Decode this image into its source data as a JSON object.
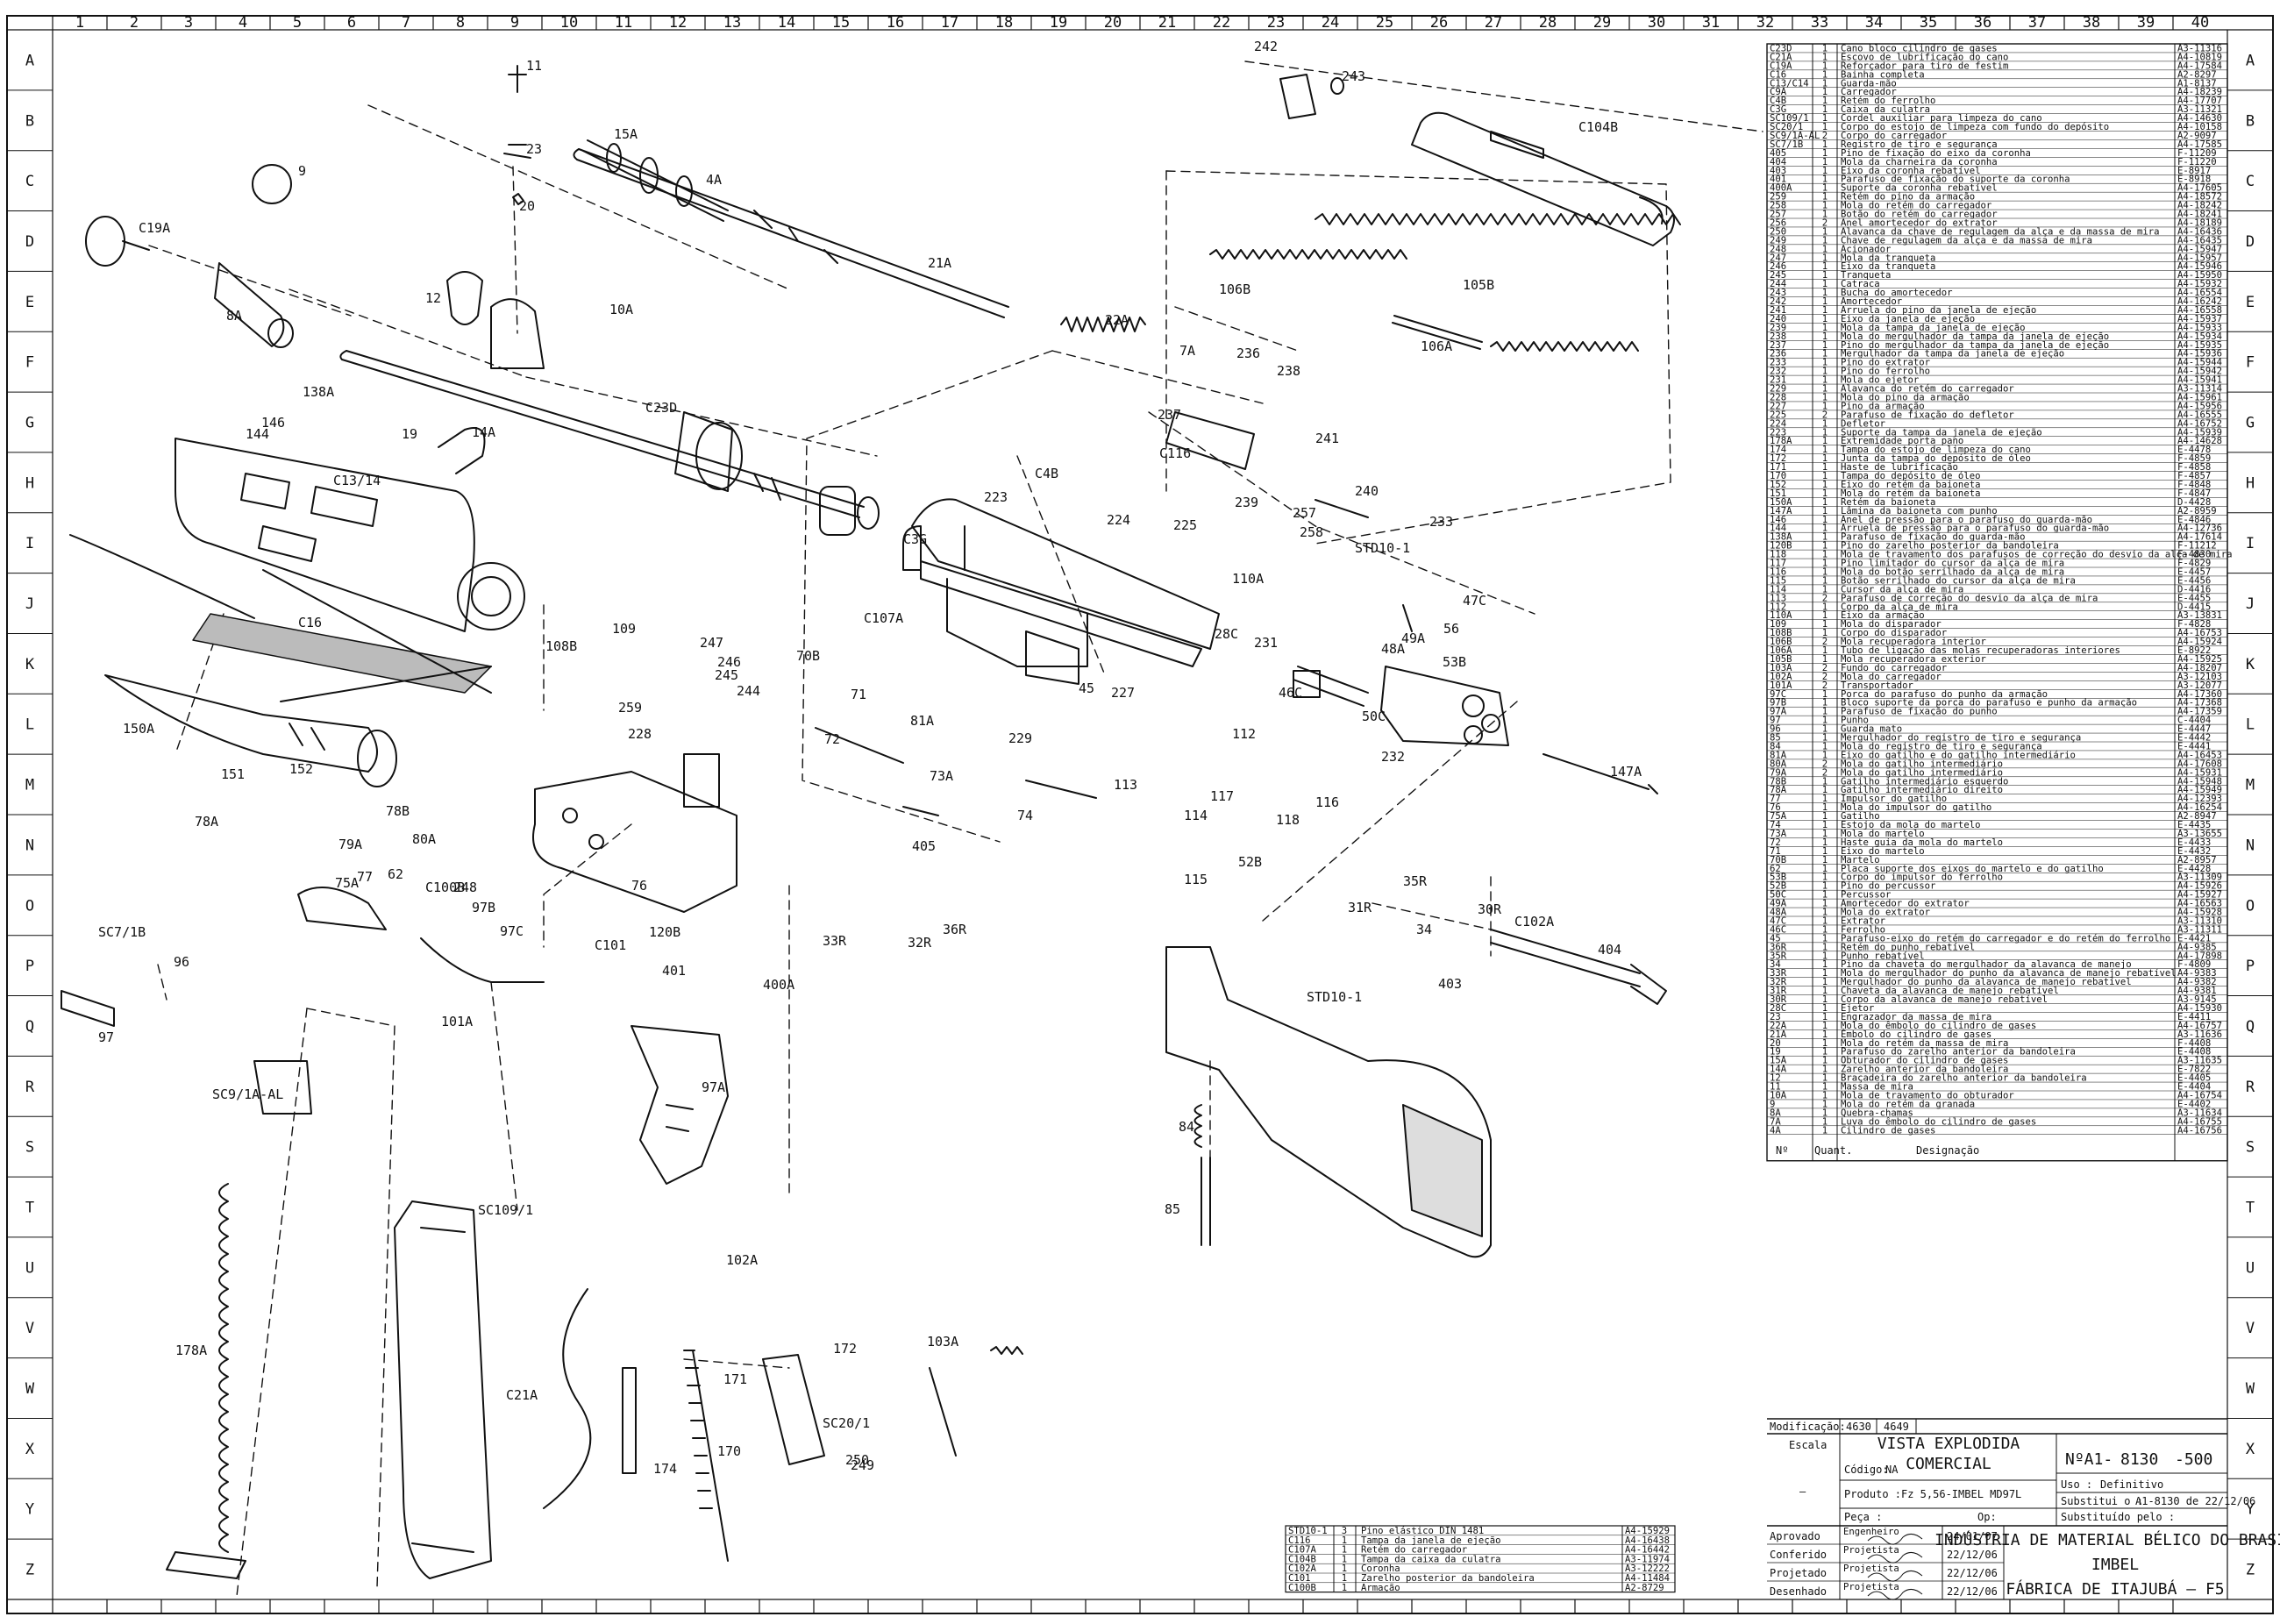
{
  "sheet": {
    "col_numbers": [
      "1",
      "2",
      "3",
      "4",
      "5",
      "6",
      "7",
      "8",
      "9",
      "10",
      "11",
      "12",
      "13",
      "14",
      "15",
      "16",
      "17",
      "18",
      "19",
      "20",
      "21",
      "22",
      "23",
      "24",
      "25",
      "26",
      "27",
      "28",
      "29",
      "30",
      "31",
      "32",
      "33",
      "34",
      "35",
      "36",
      "37",
      "38",
      "39",
      "40"
    ],
    "row_letters": [
      "A",
      "B",
      "C",
      "D",
      "E",
      "F",
      "G",
      "H",
      "I",
      "J",
      "K",
      "L",
      "M",
      "N",
      "O",
      "P",
      "Q",
      "R",
      "S",
      "T",
      "U",
      "V",
      "W",
      "X",
      "Y",
      "Z"
    ]
  },
  "part_labels": [
    "11",
    "23",
    "20",
    "9",
    "15A",
    "4A",
    "C19A",
    "8A",
    "21A",
    "12",
    "10A",
    "22A",
    "7A",
    "236",
    "238",
    "C23D",
    "138A",
    "146",
    "144",
    "19",
    "14A",
    "C13/14",
    "C4B",
    "223",
    "224",
    "225",
    "237",
    "C116",
    "239",
    "241",
    "240",
    "257",
    "258",
    "STD10-1",
    "110A",
    "233",
    "47C",
    "C3G",
    "231",
    "28C",
    "56",
    "49A",
    "48A",
    "46C",
    "53B",
    "106B",
    "105B",
    "106A",
    "242",
    "243",
    "C104B",
    "C16",
    "108B",
    "109",
    "247",
    "246",
    "70B",
    "C107A",
    "71",
    "81A",
    "244",
    "245",
    "259",
    "228",
    "72",
    "229",
    "73A",
    "45",
    "227",
    "74",
    "113",
    "112",
    "117",
    "114",
    "116",
    "118",
    "115",
    "52B",
    "232",
    "50C",
    "147A",
    "150A",
    "151",
    "152",
    "78A",
    "78B",
    "79A",
    "80A",
    "62",
    "248",
    "C100B",
    "75A",
    "77",
    "76",
    "97B",
    "97C",
    "C101",
    "120B",
    "401",
    "400A",
    "405",
    "36R",
    "33R",
    "32R",
    "35R",
    "34",
    "30R",
    "31R",
    "C102A",
    "404",
    "403",
    "STD10-1",
    "84",
    "85",
    "SC7/1B",
    "96",
    "97",
    "101A",
    "97A",
    "SC9/1A-AL",
    "102A",
    "SC109/1",
    "178A",
    "C21A",
    "174",
    "170",
    "171",
    "172",
    "SC20/1",
    "249",
    "250",
    "103A"
  ],
  "parts_table": {
    "rows": [
      [
        "C23D",
        "1",
        "Cano bloco cilindro de gases",
        "A3-11316"
      ],
      [
        "C21A",
        "1",
        "Escovo de lubrificação do cano",
        "A4-10819"
      ],
      [
        "C19A",
        "1",
        "Reforçador para tiro de festim",
        "A4-17584"
      ],
      [
        "C16",
        "1",
        "Bainha completa",
        "A2-8297"
      ],
      [
        "C13/C14",
        "1",
        "Guarda-mão",
        "A1-8137"
      ],
      [
        "C9A",
        "1",
        "Carregador",
        "A4-18239"
      ],
      [
        "C4B",
        "1",
        "Retém do ferrolho",
        "A4-17707"
      ],
      [
        "C3G",
        "1",
        "Caixa da culatra",
        "A3-11321"
      ],
      [
        "SC109/1",
        "1",
        "Cordel auxiliar para limpeza do cano",
        "A4-14630"
      ],
      [
        "SC20/1",
        "1",
        "Corpo do estojo de limpeza com fundo do depósito",
        "A4-10158"
      ],
      [
        "SC9/1A-AL",
        "2",
        "Corpo do carregador",
        "A2-9097"
      ],
      [
        "SC7/1B",
        "1",
        "Registro de tiro e segurança",
        "A4-17585"
      ],
      [
        "405",
        "1",
        "Pino de fixação do eixo da coronha",
        "F-11209"
      ],
      [
        "404",
        "1",
        "Mola da charneira da coronha",
        "F-11220"
      ],
      [
        "403",
        "1",
        "Eixo da coronha rebatível",
        "E-8917"
      ],
      [
        "401",
        "1",
        "Parafuso de fixação do suporte da coronha",
        "E-8918"
      ],
      [
        "400A",
        "1",
        "Suporte da coronha rebatível",
        "A4-17605"
      ],
      [
        "259",
        "1",
        "Retém do pino da armação",
        "A4-18572"
      ],
      [
        "258",
        "1",
        "Mola do retém do carregador",
        "A4-18242"
      ],
      [
        "257",
        "1",
        "Botão do retém do carregador",
        "A4-18241"
      ],
      [
        "256",
        "2",
        "Anel amortecedor do extrator",
        "A4-18189"
      ],
      [
        "250",
        "1",
        "Alavanca da chave de regulagem da alça e da massa de mira",
        "A4-16436"
      ],
      [
        "249",
        "1",
        "Chave de regulagem da alça e da massa de mira",
        "A4-16435"
      ],
      [
        "248",
        "1",
        "Acionador",
        "A4-15947"
      ],
      [
        "247",
        "1",
        "Mola da tranqueta",
        "A4-15957"
      ],
      [
        "246",
        "1",
        "Eixo da tranqueta",
        "A4-15946"
      ],
      [
        "245",
        "1",
        "Tranqueta",
        "A4-15950"
      ],
      [
        "244",
        "1",
        "Catraca",
        "A4-15932"
      ],
      [
        "243",
        "1",
        "Bucha do amortecedor",
        "A4-16554"
      ],
      [
        "242",
        "1",
        "Amortecedor",
        "A4-16242"
      ],
      [
        "241",
        "1",
        "Arruela do pino da janela de ejeção",
        "A4-16558"
      ],
      [
        "240",
        "1",
        "Eixo da janela de ejeção",
        "A4-15937"
      ],
      [
        "239",
        "1",
        "Mola da tampa da janela de ejeção",
        "A4-15933"
      ],
      [
        "238",
        "1",
        "Mola do mergulhador da tampa da janela de ejeção",
        "A4-15934"
      ],
      [
        "237",
        "1",
        "Pino do mergulhador da tampa da janela de ejeção",
        "A4-15935"
      ],
      [
        "236",
        "1",
        "Mergulhador da tampa da janela de ejeção",
        "A4-15936"
      ],
      [
        "233",
        "1",
        "Pino do extrator",
        "A4-15944"
      ],
      [
        "232",
        "1",
        "Pino do ferrolho",
        "A4-15942"
      ],
      [
        "231",
        "1",
        "Mola do ejetor",
        "A4-15941"
      ],
      [
        "229",
        "1",
        "Alavanca do retém do carregador",
        "A3-11314"
      ],
      [
        "228",
        "1",
        "Mola do pino da armação",
        "A4-15961"
      ],
      [
        "227",
        "1",
        "Pino da armação",
        "A4-15956"
      ],
      [
        "225",
        "2",
        "Parafuso de fixação do defletor",
        "A4-16555"
      ],
      [
        "224",
        "1",
        "Defletor",
        "A4-16752"
      ],
      [
        "223",
        "1",
        "Suporte da tampa da janela de ejeção",
        "A4-15939"
      ],
      [
        "178A",
        "1",
        "Extremidade porta pano",
        "A4-14628"
      ],
      [
        "174",
        "1",
        "Tampa do estojo de limpeza do cano",
        "E-4478"
      ],
      [
        "172",
        "1",
        "Junta da tampa do depósito de óleo",
        "F-4859"
      ],
      [
        "171",
        "1",
        "Haste de lubrificação",
        "F-4858"
      ],
      [
        "170",
        "1",
        "Tampa do depósito de óleo",
        "F-4857"
      ],
      [
        "152",
        "1",
        "Eixo do retém da baioneta",
        "F-4848"
      ],
      [
        "151",
        "1",
        "Mola do retém da baioneta",
        "F-4847"
      ],
      [
        "150A",
        "1",
        "Retém da baioneta",
        "D-4428"
      ],
      [
        "147A",
        "1",
        "Lâmina da baioneta com punho",
        "A2-8959"
      ],
      [
        "146",
        "1",
        "Anel de pressão para o parafuso do guarda-mão",
        "E-4846"
      ],
      [
        "144",
        "1",
        "Arruela de pressão para o parafuso do guarda-mão",
        "A4-12736"
      ],
      [
        "138A",
        "1",
        "Parafuso de fixação do guarda-mão",
        "A4-17614"
      ],
      [
        "120B",
        "1",
        "Pino do zarelho posterior da bandoleira",
        "F-11212"
      ],
      [
        "118",
        "1",
        "Mola de travamento dos parafusos de correção do desvio da alça de mira",
        "F-4830"
      ],
      [
        "117",
        "1",
        "Pino limitador do cursor da alça de mira",
        "F-4829"
      ],
      [
        "116",
        "1",
        "Mola do botão serrilhado da alça de mira",
        "E-4457"
      ],
      [
        "115",
        "1",
        "Botão serrilhado do cursor da alça de mira",
        "E-4456"
      ],
      [
        "114",
        "1",
        "Cursor da alça de mira",
        "D-4416"
      ],
      [
        "113",
        "2",
        "Parafuso de correção do desvio da alça de mira",
        "E-4455"
      ],
      [
        "112",
        "1",
        "Corpo da alça de mira",
        "D-4415"
      ],
      [
        "110A",
        "1",
        "Eixo da armação",
        "A3-13831"
      ],
      [
        "109",
        "1",
        "Mola do disparador",
        "F-4828"
      ],
      [
        "108B",
        "1",
        "Corpo do disparador",
        "A4-16753"
      ],
      [
        "106B",
        "2",
        "Mola recuperadora interior",
        "A4-15924"
      ],
      [
        "106A",
        "1",
        "Tubo de ligação das molas recuperadoras interiores",
        "E-8922"
      ],
      [
        "105B",
        "1",
        "Mola recuperadora exterior",
        "A4-15925"
      ],
      [
        "103A",
        "2",
        "Fundo do carregador",
        "A4-18207"
      ],
      [
        "102A",
        "2",
        "Mola do carregador",
        "A3-12103"
      ],
      [
        "101A",
        "2",
        "Transportador",
        "A3-12077"
      ],
      [
        "97C",
        "1",
        "Porca do parafuso do punho da armação",
        "A4-17360"
      ],
      [
        "97B",
        "1",
        "Bloco suporte da porca do parafuso e punho da armação",
        "A4-17368"
      ],
      [
        "97A",
        "1",
        "Parafuso de fixação do punho",
        "A4-17359"
      ],
      [
        "97",
        "1",
        "Punho",
        "C-4404"
      ],
      [
        "96",
        "1",
        "Guarda mato",
        "E-4447"
      ],
      [
        "85",
        "1",
        "Mergulhador do registro de tiro e segurança",
        "E-4442"
      ],
      [
        "84",
        "1",
        "Mola do registro de tiro e segurança",
        "E-4441"
      ],
      [
        "81A",
        "1",
        "Eixo do gatilho e do gatilho intermediário",
        "A4-16453"
      ],
      [
        "80A",
        "2",
        "Mola do gatilho intermediário",
        "A4-17608"
      ],
      [
        "79A",
        "2",
        "Mola do gatilho intermediário",
        "A4-15931"
      ],
      [
        "78B",
        "1",
        "Gatilho intermediário esquerdo",
        "A4-15948"
      ],
      [
        "78A",
        "1",
        "Gatilho intermediário direito",
        "A4-15949"
      ],
      [
        "77",
        "1",
        "Impulsor do gatilho",
        "A4-12393"
      ],
      [
        "76",
        "1",
        "Mola do impulsor do gatilho",
        "A4-16254"
      ],
      [
        "75A",
        "1",
        "Gatilho",
        "A2-8947"
      ],
      [
        "74",
        "1",
        "Estojo da mola do martelo",
        "E-4435"
      ],
      [
        "73A",
        "1",
        "Mola do martelo",
        "A3-13655"
      ],
      [
        "72",
        "1",
        "Haste guia da mola do martelo",
        "E-4433"
      ],
      [
        "71",
        "1",
        "Eixo do martelo",
        "E-4432"
      ],
      [
        "70B",
        "1",
        "Martelo",
        "A2-8957"
      ],
      [
        "62",
        "1",
        "Placa suporte dos eixos do martelo e do gatilho",
        "E-4428"
      ],
      [
        "53B",
        "1",
        "Corpo do impulsor do ferrolho",
        "A3-11309"
      ],
      [
        "52B",
        "1",
        "Pino do percussor",
        "A4-15926"
      ],
      [
        "50C",
        "1",
        "Percussor",
        "A4-15927"
      ],
      [
        "49A",
        "1",
        "Amortecedor do extrator",
        "A4-16563"
      ],
      [
        "48A",
        "1",
        "Mola do extrator",
        "A4-15928"
      ],
      [
        "47C",
        "1",
        "Extrator",
        "A3-11310"
      ],
      [
        "46C",
        "1",
        "Ferrolho",
        "A3-11311"
      ],
      [
        "45",
        "1",
        "Parafuso-eixo do retém do carregador e do retém do ferrolho",
        "E-4421"
      ],
      [
        "36R",
        "1",
        "Retém do punho rebatível",
        "A4-9385"
      ],
      [
        "35R",
        "1",
        "Punho rebatível",
        "A4-17898"
      ],
      [
        "34",
        "1",
        "Pino da chaveta do mergulhador da alavanca de manejo",
        "F-4809"
      ],
      [
        "33R",
        "1",
        "Mola do mergulhador do punho da alavanca de manejo rebatível",
        "A4-9383"
      ],
      [
        "32R",
        "1",
        "Mergulhador do punho da alavanca de manejo rebatível",
        "A4-9382"
      ],
      [
        "31R",
        "1",
        "Chaveta da alavanca de manejo rebatível",
        "A4-9381"
      ],
      [
        "30R",
        "1",
        "Corpo da alavanca de manejo rebatível",
        "A3-9145"
      ],
      [
        "28C",
        "1",
        "Ejetor",
        "A4-15930"
      ],
      [
        "23",
        "1",
        "Engrazador da massa de mira",
        "E-4411"
      ],
      [
        "22A",
        "1",
        "Mola do êmbolo do cilindro de gases",
        "A4-16757"
      ],
      [
        "21A",
        "1",
        "Êmbolo do cilindro de gases",
        "A3-11636"
      ],
      [
        "20",
        "1",
        "Mola do retém da massa de mira",
        "F-4408"
      ],
      [
        "19",
        "1",
        "Parafuso do zarelho anterior da bandoleira",
        "E-4408"
      ],
      [
        "15A",
        "1",
        "Obturador do cilindro de gases",
        "A3-11635"
      ],
      [
        "14A",
        "1",
        "Zarelho anterior da bandoleira",
        "E-7822"
      ],
      [
        "12",
        "1",
        "Braçadeira do zarelho anterior da bandoleira",
        "E-4405"
      ],
      [
        "11",
        "1",
        "Massa de mira",
        "E-4404"
      ],
      [
        "10A",
        "1",
        "Mola de travamento do obturador",
        "A4-16754"
      ],
      [
        "9",
        "1",
        "Mola do retém da granada",
        "E-4402"
      ],
      [
        "8A",
        "1",
        "Quebra-chamas",
        "A3-11634"
      ],
      [
        "7A",
        "1",
        "Luva do êmbolo do cilindro de gases",
        "A4-16755"
      ],
      [
        "4A",
        "1",
        "Cilindro de gases",
        "A4-16756"
      ]
    ],
    "header_no": "Nº",
    "header_quant": "Quant.",
    "header_desig": "Designação"
  },
  "bottom_table": {
    "rows": [
      [
        "STD10-1",
        "3",
        "Pino elástico DIN 1481",
        "A4-15929"
      ],
      [
        "C116",
        "1",
        "Tampa da janela de ejeção",
        "A4-16438"
      ],
      [
        "C107A",
        "1",
        "Retém do carregador",
        "A4-16442"
      ],
      [
        "C104B",
        "1",
        "Tampa da caixa da culatra",
        "A3-11974"
      ],
      [
        "C102A",
        "1",
        "Coronha",
        "A3-12222"
      ],
      [
        "C101",
        "1",
        "Zarelho posterior da bandoleira",
        "A4-11484"
      ],
      [
        "C100B",
        "1",
        "Armação",
        "A2-8729"
      ]
    ]
  },
  "title_block": {
    "modificacao_label": "Modificação:",
    "modificacao_1": "4630",
    "modificacao_2": "4649",
    "escala_label": "Escala",
    "escala_value": "–",
    "title_line1": "VISTA EXPLODIDA",
    "title_line2": "COMERCIAL",
    "codigo_label": "Código:",
    "codigo_value": "NA",
    "produto_label": "Produto :",
    "produto_value": "Fz 5,56-IMBEL MD97L",
    "peca_label": "Peça :",
    "op_label": "Op:",
    "drawing_no_prefix": "NºA1-",
    "drawing_no_1": "8130",
    "drawing_no_2": "-500",
    "uso_label": "Uso :",
    "uso_value": "Definitivo",
    "substitui_label": "Substitui o :",
    "substitui_value": "A1-8130 de 22/12/06",
    "substituido_label": "Substituído pelo :",
    "approvals": [
      {
        "role": "Aprovado",
        "title": "Engenheiro",
        "date": "24/01/07"
      },
      {
        "role": "Conferido",
        "title": "Projetista",
        "date": "22/12/06"
      },
      {
        "role": "Projetado",
        "title": "Projetista",
        "date": "22/12/06"
      },
      {
        "role": "Desenhado",
        "title": "Projetista",
        "date": "22/12/06"
      }
    ],
    "company_line1": "INDÚSTRIA DE MATERIAL BÉLICO DO BRASIL",
    "company_line2": "IMBEL",
    "company_line3": "FÁBRICA DE ITAJUBÁ – F5"
  },
  "colors": {
    "ink": "#111111",
    "paper": "#ffffff",
    "grid": "#d9d9d9"
  }
}
